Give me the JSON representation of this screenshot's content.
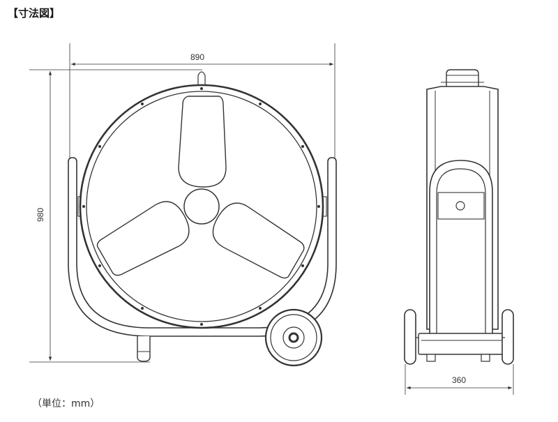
{
  "heading": "【寸法図】",
  "unit_note": "（単位：mm）",
  "dimensions": {
    "width": "890",
    "height": "980",
    "depth": "360"
  },
  "views": [
    "front-view",
    "side-view"
  ],
  "colors": {
    "line": "#333333",
    "fill": "#ffffff"
  }
}
